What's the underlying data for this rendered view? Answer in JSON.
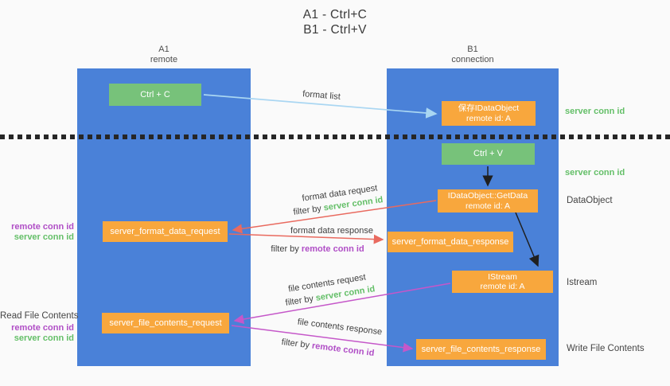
{
  "title": {
    "line1": "A1 - Ctrl+C",
    "line2": "B1 - Ctrl+V"
  },
  "colors": {
    "column-blue": "#4a81d8",
    "box-green": "#77c27a",
    "box-orange": "#f8a73d",
    "green-text": "#64bf68",
    "purple-text": "#b04ec6",
    "arrow-red": "#e96a5f",
    "arrow-purple": "#c557c9",
    "arrow-blue": "#a9d6f2",
    "arrow-black": "#1f1f1f",
    "dark-text": "#3f3f3f",
    "background": "#fafafa"
  },
  "columns": {
    "a": {
      "id": "A1",
      "subtitle": "remote"
    },
    "b": {
      "id": "B1",
      "subtitle": "connection"
    }
  },
  "nodes": {
    "ctrl_c": "Ctrl + C",
    "save_idataobject": {
      "line1": "保存IDataObject",
      "line2": "remote id: A"
    },
    "ctrl_v": "Ctrl + V",
    "getdata": {
      "line1": "IDataObject::GetData",
      "line2": "remote id: A"
    },
    "format_request": "server_format_data_request",
    "format_response": "server_format_data_response",
    "istream": {
      "line1": "IStream",
      "line2": "remote id: A"
    },
    "file_request": "server_file_contents_request",
    "file_response": "server_file_contents_response"
  },
  "arrow_labels": {
    "format_list": "format list",
    "format_data_request": "format data request",
    "format_data_response": "format data response",
    "file_contents_request": "file contents request",
    "file_contents_response": "file contents response",
    "filter_by_server": {
      "prefix": "filter by ",
      "highlight": "server conn id"
    },
    "filter_by_remote": {
      "prefix": "filter by ",
      "highlight": "remote conn id"
    }
  },
  "side_labels": {
    "server_conn_top": "server conn id",
    "server_conn_mid": "server conn id",
    "dataobject": "DataObject",
    "istream": "Istream",
    "write_file_contents": "Write File Contents",
    "read_file_contents": "Read File Contents",
    "left_block1": {
      "remote": "remote conn id",
      "server": "server conn id"
    },
    "left_block2": {
      "remote": "remote conn id",
      "server": "server conn id"
    }
  }
}
